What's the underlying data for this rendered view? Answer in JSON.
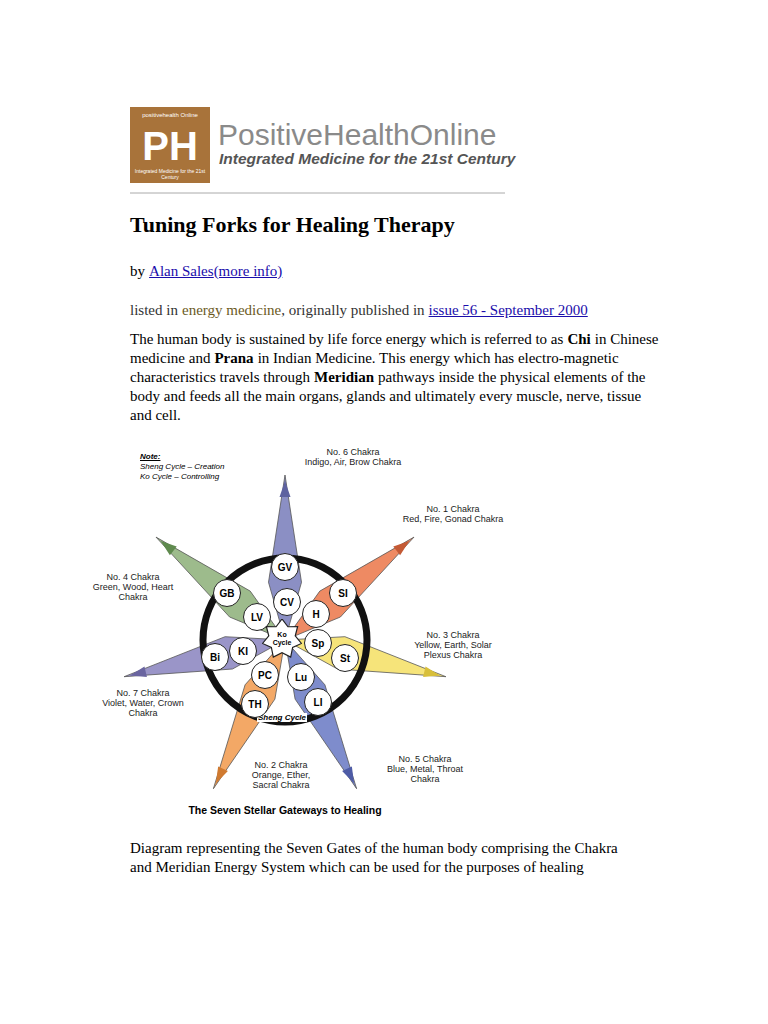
{
  "diagram": {
    "title": "Tuning Forks for Healing Therapy",
    "caption": "Diagram representing the Seven Gates of the human body comprising the Chakra and Meridian Energy System which can be used for the purposes of healing",
    "nodes": [
      {
        "text": [
          "GV"
        ]
      },
      {
        "text": [
          "GB"
        ]
      },
      {
        "text": [
          "CV"
        ]
      },
      {
        "text": [
          "SI"
        ]
      },
      {
        "text": [
          "H"
        ]
      },
      {
        "text": [
          "LV"
        ]
      },
      {
        "text": [
          "Sp"
        ]
      },
      {
        "text": [
          "St"
        ]
      },
      {
        "text": [
          "Bi"
        ]
      },
      {
        "text": [
          "KI"
        ]
      },
      {
        "text": [
          "Ko Cycle"
        ]
      },
      {
        "text": [
          "PC"
        ]
      },
      {
        "text": [
          "Lu"
        ]
      },
      {
        "text": [
          "TH"
        ]
      },
      {
        "text": [
          "LI"
        ]
      }
    ],
    "labels": [
      "PH",
      "positivehealth Online",
      "Integrated Medicine for the 21st Century",
      "PositiveHealthOnline",
      "Integrated Medicine for the 21st Century",
      "by",
      "Alan Sales",
      "(more info)",
      "listed in",
      "energy medicine",
      ", originally published in",
      "issue 56 - September 2000",
      "The human body is sustained by life force energy which is referred to as",
      "Chi",
      "in Chinese medicine and",
      "Prana",
      "in Indian Medicine. This energy which has electro-magnetic characteristics travels through",
      "Meridian",
      "pathways inside the physical elements of the body and feeds all the main organs, glands and ultimately every muscle, nerve, tissue and cell.",
      "Note:",
      "Sheng Cycle – Creation",
      "Ko Cycle – Controlling",
      "No. 6 Chakra",
      "Indigo, Air, Brow Chakra",
      "No. 1 Chakra",
      "Red, Fire, Gonad Chakra",
      "No. 3 Chakra",
      "Yellow, Earth, Solar Plexus Chakra",
      "No. 5 Chakra",
      "Blue, Metal, Throat Chakra",
      "No. 2 Chakra",
      "Orange, Ether, Sacral Chakra",
      "No. 7 Chakra",
      "Violet, Water, Crown Chakra",
      "No. 4 Chakra",
      "Green, Wood, Heart Chakra",
      "Sheng Cycle",
      "The Seven Stellar Gateways to Healing"
    ]
  }
}
